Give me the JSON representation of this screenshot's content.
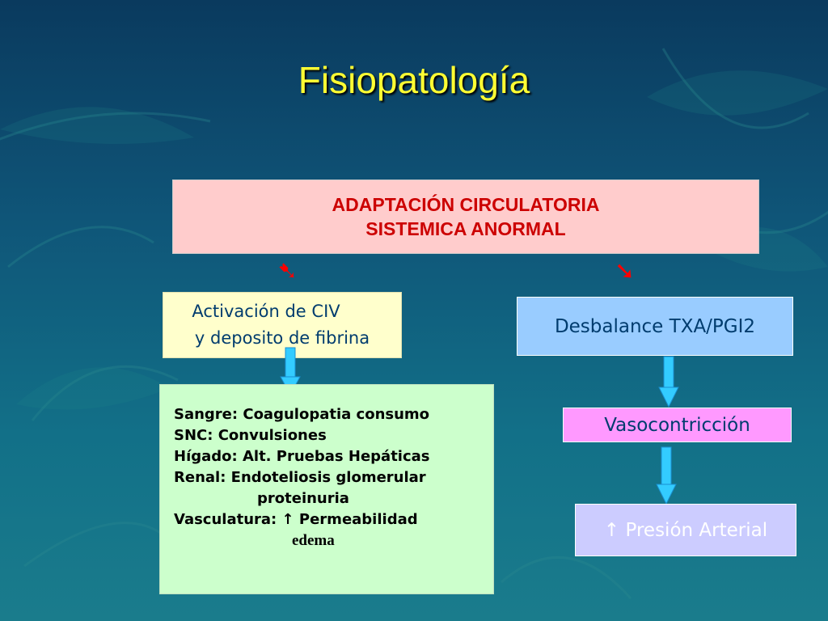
{
  "slide": {
    "title": "Fisiopatología"
  },
  "top_box": {
    "line1": "ADAPTACIÓN CIRCULATORIA",
    "line2": "SISTEMICA ANORMAL"
  },
  "left_branch": {
    "arrow_glyph": "➷",
    "box": {
      "line1": "Activación de CIV",
      "line2": "y deposito de fibrina"
    },
    "effects": {
      "lines": [
        "Sangre: Coagulopatia consumo",
        "SNC: Convulsiones",
        "Hígado: Alt. Pruebas Hepáticas",
        "Renal: Endoteliosis glomerular"
      ],
      "renal_sub": "proteinuria",
      "vasculatura_label": "Vasculatura:",
      "vasculatura_arrow": "↑",
      "vasculatura_value": "Permeabilidad",
      "edema": "edema"
    }
  },
  "right_branch": {
    "arrow_glyph": "➘",
    "box1": "Desbalance TXA/PGI2",
    "box2": "Vasocontricción",
    "box3_arrow": "↑",
    "box3_text": "Presión Arterial"
  },
  "colors": {
    "title": "#ffff33",
    "top_box_bg": "#ffcccc",
    "top_box_text": "#cc0000",
    "civ_box_bg": "#ffffcc",
    "txa_box_bg": "#99ccff",
    "organs_box_bg": "#ccffcc",
    "vaso_box_bg": "#ff99ff",
    "presion_box_bg": "#ccccff",
    "connector_arrow": "#33ccff"
  }
}
